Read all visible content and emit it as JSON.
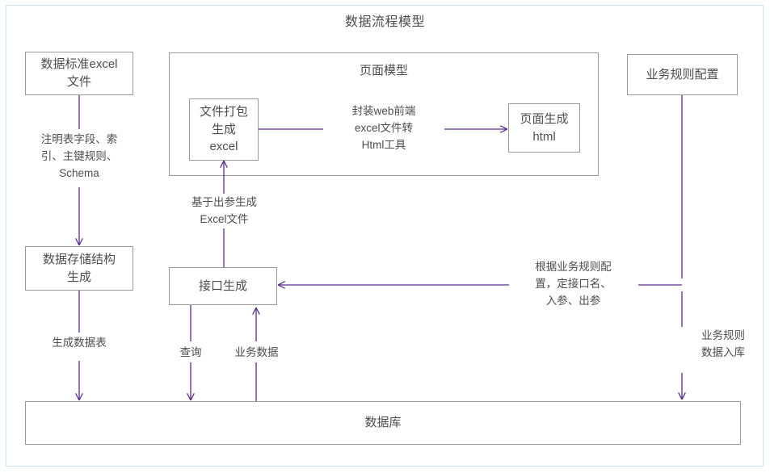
{
  "title": "数据流程模型",
  "colors": {
    "frame": "#cfe3f2",
    "node_border": "#9a9a9a",
    "arrow": "#5b2d8e",
    "text": "#4d4d4d",
    "background": "#ffffff"
  },
  "groups": [
    {
      "id": "page-model",
      "title": "页面模型"
    }
  ],
  "nodes": [
    {
      "id": "data-standard-excel",
      "label": "数据标准excel\n文件"
    },
    {
      "id": "data-storage-structure",
      "label": "数据存储结构\n生成"
    },
    {
      "id": "file-package-excel",
      "label": "文件打包\n生成\nexcel"
    },
    {
      "id": "page-generate-html",
      "label": "页面生成\nhtml"
    },
    {
      "id": "interface-generation",
      "label": "接口生成"
    },
    {
      "id": "business-rule-config",
      "label": "业务规则配置"
    },
    {
      "id": "database",
      "label": "数据库"
    }
  ],
  "edge_labels": [
    {
      "id": "schema-note",
      "text": "注明表字段、索\n引、主键规则、\nSchema"
    },
    {
      "id": "generate-table",
      "text": "生成数据表"
    },
    {
      "id": "wrap-web-frontend",
      "text": "封装web前端\nexcel文件转\nHtml工具"
    },
    {
      "id": "based-on-output-params",
      "text": "基于出参生成\nExcel文件"
    },
    {
      "id": "query",
      "text": "查询"
    },
    {
      "id": "business-data",
      "text": "业务数据"
    },
    {
      "id": "per-business-rule",
      "text": "根据业务规则配\n置，定接口名、\n入参、出参"
    },
    {
      "id": "business-rule-to-db",
      "text": "业务规则\n数据入库"
    }
  ]
}
